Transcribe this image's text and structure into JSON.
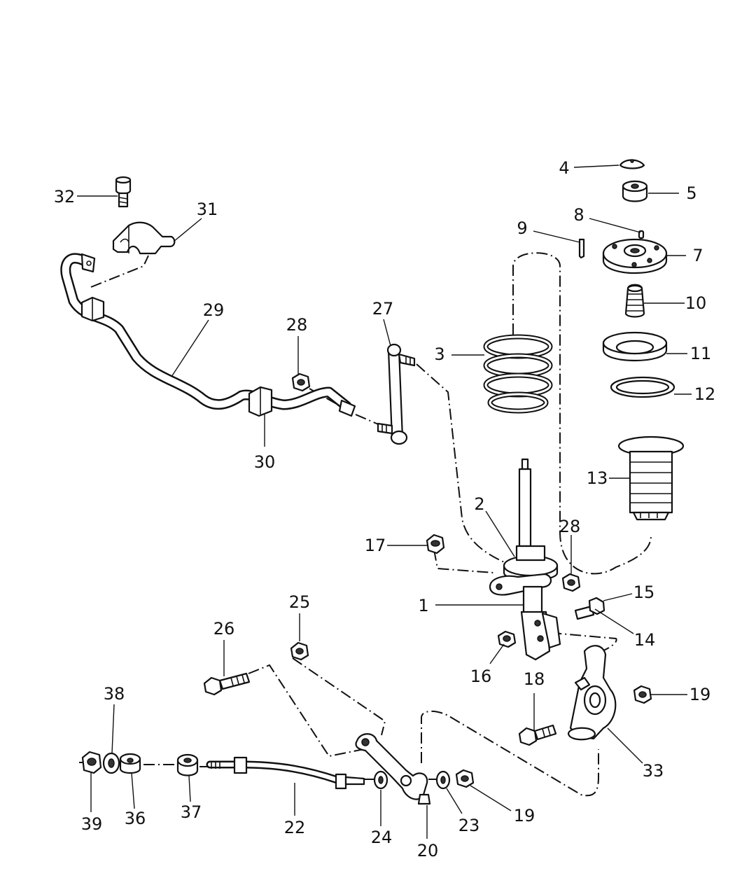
{
  "callouts": [
    {
      "id": "1",
      "label": "1"
    },
    {
      "id": "2",
      "label": "2"
    },
    {
      "id": "3",
      "label": "3"
    },
    {
      "id": "4",
      "label": "4"
    },
    {
      "id": "5",
      "label": "5"
    },
    {
      "id": "7",
      "label": "7"
    },
    {
      "id": "8",
      "label": "8"
    },
    {
      "id": "9",
      "label": "9"
    },
    {
      "id": "10",
      "label": "10"
    },
    {
      "id": "11",
      "label": "11"
    },
    {
      "id": "12",
      "label": "12"
    },
    {
      "id": "13",
      "label": "13"
    },
    {
      "id": "14",
      "label": "14"
    },
    {
      "id": "15",
      "label": "15"
    },
    {
      "id": "16",
      "label": "16"
    },
    {
      "id": "17",
      "label": "17"
    },
    {
      "id": "18",
      "label": "18"
    },
    {
      "id": "19a",
      "label": "19"
    },
    {
      "id": "19b",
      "label": "19"
    },
    {
      "id": "20",
      "label": "20"
    },
    {
      "id": "22",
      "label": "22"
    },
    {
      "id": "23",
      "label": "23"
    },
    {
      "id": "24",
      "label": "24"
    },
    {
      "id": "25",
      "label": "25"
    },
    {
      "id": "26",
      "label": "26"
    },
    {
      "id": "27",
      "label": "27"
    },
    {
      "id": "28a",
      "label": "28"
    },
    {
      "id": "28b",
      "label": "28"
    },
    {
      "id": "29",
      "label": "29"
    },
    {
      "id": "30",
      "label": "30"
    },
    {
      "id": "31",
      "label": "31"
    },
    {
      "id": "32",
      "label": "32"
    },
    {
      "id": "33",
      "label": "33"
    },
    {
      "id": "36",
      "label": "36"
    },
    {
      "id": "37",
      "label": "37"
    },
    {
      "id": "38",
      "label": "38"
    },
    {
      "id": "39",
      "label": "39"
    }
  ]
}
